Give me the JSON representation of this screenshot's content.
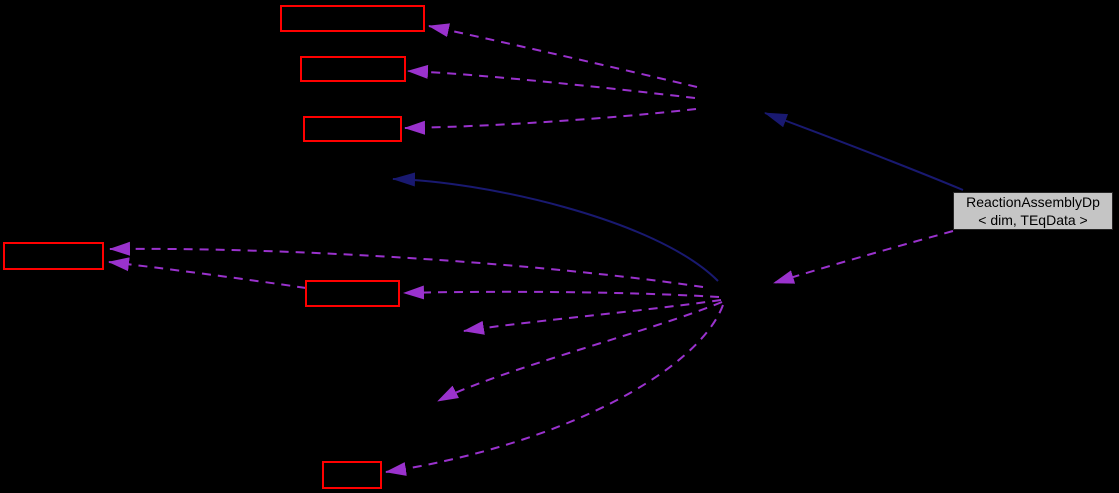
{
  "diagram": {
    "kind": "collaboration-graph",
    "focus_node": {
      "label_line1": "ReactionAssemblyDp",
      "label_line2": "< dim, TEqData >"
    },
    "colors": {
      "background": "#000000",
      "red_node_border": "#ff0000",
      "usage_edge": "#9a32cd",
      "inheritance_edge": "#191970",
      "focus_node_fill": "#c5c5c5",
      "focus_node_border": "#262626",
      "focus_node_text": "#000000"
    },
    "counts": {
      "unlabeled_red_nodes": 6,
      "usage_edges_dashed": 10,
      "inheritance_edges_solid": 2
    }
  }
}
